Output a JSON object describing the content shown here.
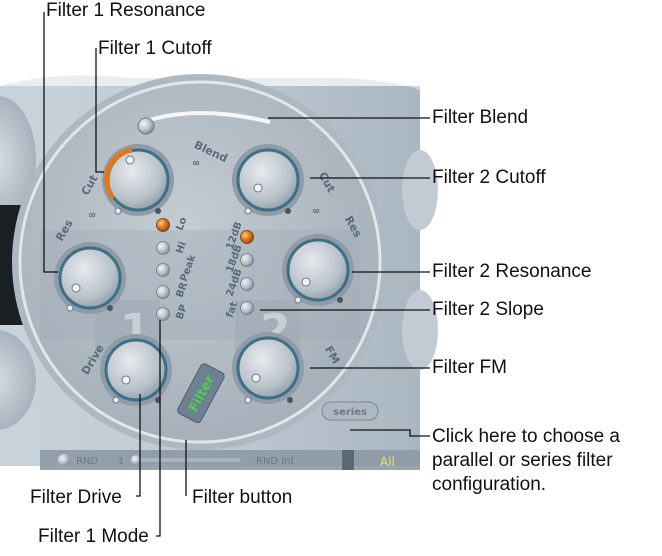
{
  "panel": {
    "blend_label": "Blend",
    "cut_label_1": "Cut",
    "res_label_1": "Res",
    "cut_label_2": "Cut",
    "res_label_2": "Res",
    "drive_label": "Drive",
    "fm_label": "FM",
    "filter_button_label": "Filter",
    "series_button_label": "series",
    "filter1_number": "1",
    "filter2_number": "2",
    "filter1_modes": [
      "Lo",
      "Hi",
      "Peak",
      "BR",
      "BP"
    ],
    "filter1_selected_mode": "Lo",
    "filter2_slopes": [
      "12dB",
      "18dB",
      "24dB",
      "fat"
    ],
    "filter2_selected_slope": "12dB",
    "bottom_bar": {
      "rnd_label": "RND",
      "rnd_value": "1",
      "rnd_int_label": "RND Int",
      "all_label": "All"
    },
    "colors": {
      "accent_orange": "#e0781a",
      "filter_button_green": "#4bd04b",
      "all_yellow": "#e8e85a"
    }
  },
  "callouts": {
    "filter1_resonance": "Filter 1 Resonance",
    "filter1_cutoff": "Filter 1 Cutoff",
    "filter_blend": "Filter Blend",
    "filter2_cutoff": "Filter 2 Cutoff",
    "filter2_resonance": "Filter 2 Resonance",
    "filter2_slope": "Filter 2 Slope",
    "filter_fm": "Filter FM",
    "series_parallel": "Click here to choose a parallel or series filter configuration.",
    "filter_drive": "Filter Drive",
    "filter_button": "Filter button",
    "filter1_mode": "Filter 1 Mode"
  }
}
